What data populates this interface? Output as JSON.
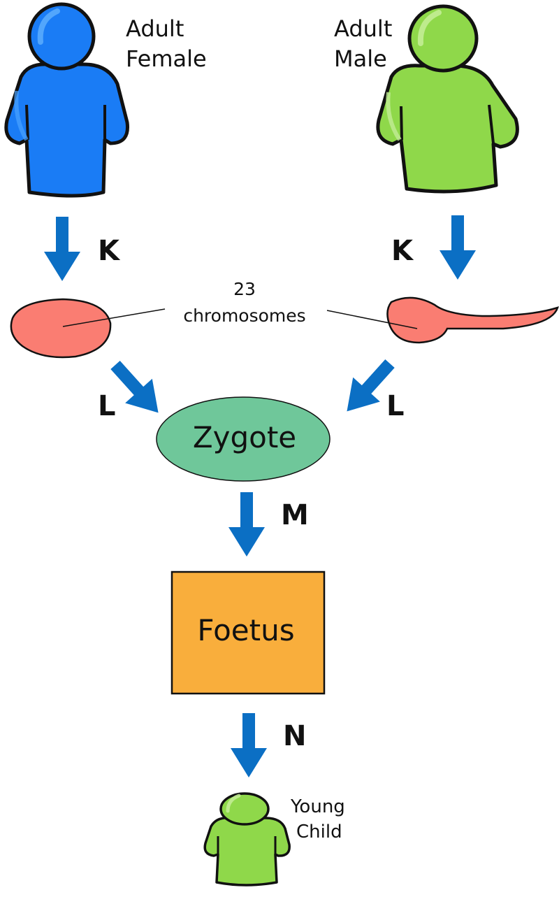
{
  "people": {
    "female": {
      "line1": "Adult",
      "line2": "Female",
      "color": "#1a7cf5",
      "icon": "person-icon"
    },
    "male": {
      "line1": "Adult",
      "line2": "Male",
      "color": "#8fd84a",
      "icon": "person-icon"
    },
    "child": {
      "line1": "Young",
      "line2": "Child",
      "color": "#8fd84a",
      "icon": "person-icon"
    }
  },
  "cells": {
    "egg": {
      "color": "#fa7d72",
      "icon": "egg-cell-icon"
    },
    "sperm": {
      "color": "#fa7d72",
      "icon": "sperm-cell-icon"
    },
    "chromosome_label": {
      "line1": "23",
      "line2": "chromosomes"
    }
  },
  "stages": {
    "zygote": {
      "label": "Zygote",
      "color": "#6fc79a"
    },
    "foetus": {
      "label": "Foetus",
      "color": "#f9ae3c"
    }
  },
  "arrows": {
    "color": "#0b6fc4",
    "k_left": "K",
    "k_right": "K",
    "l_left": "L",
    "l_right": "L",
    "m": "M",
    "n": "N"
  }
}
